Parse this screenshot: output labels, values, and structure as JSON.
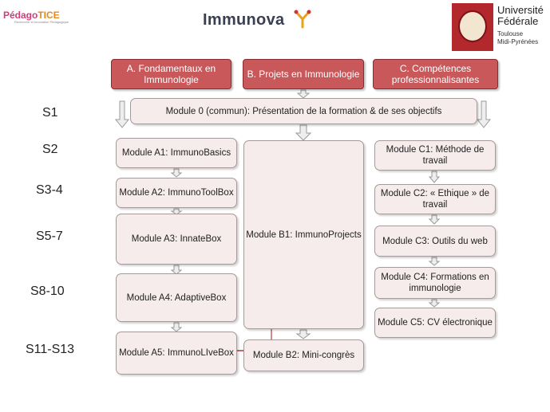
{
  "header": {
    "pedagotice": {
      "part1": "Pédago",
      "part2": "TICE",
      "sub": "Recherche et Innovation Pédagogique"
    },
    "immunova": "Immunova",
    "university": {
      "line1": "Université",
      "line2": "Fédérale",
      "line3": "Toulouse",
      "line4": "Midi-Pyrénées"
    }
  },
  "columns": [
    {
      "label": "A. Fondamentaux en Immunologie"
    },
    {
      "label": "B. Projets en Immunologie"
    },
    {
      "label": "C. Compétences professionnalisantes"
    }
  ],
  "module0": "Module 0 (commun): Présentation de la formation & de ses objectifs",
  "semesters": [
    "S1",
    "S2",
    "S3-4",
    "S5-7",
    "S8-10",
    "S11-S13"
  ],
  "modules_a": [
    "Module A1: ImmunoBasics",
    "Module A2: ImmunoToolBox",
    "Module A3: InnateBox",
    "Module A4: AdaptiveBox",
    "Module A5: ImmunoLIveBox"
  ],
  "modules_b": [
    "Module B1: ImmunoProjects",
    "Module B2: Mini-congrès"
  ],
  "modules_c": [
    "Module C1: Méthode de travail",
    "Module C2: « Ethique » de travail",
    "Module C3: Outils du web",
    "Module C4: Formations en immunologie",
    "Module C5: CV électronique"
  ],
  "colors": {
    "header_fill": "#c9585a",
    "header_border": "#8c2b2e",
    "box_fill": "#f6eceb",
    "box_border": "#a69a99"
  }
}
